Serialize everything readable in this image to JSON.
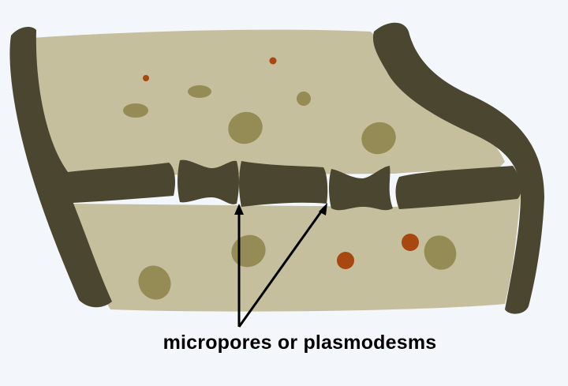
{
  "diagram": {
    "caption": "micropores or plasmodesms"
  },
  "colors": {
    "background": "#f3f6fb",
    "cytoplasm": "#c6bf9e",
    "cell_wall": "#4a4630",
    "organelle": "#958c55",
    "granule": "#a8470f",
    "arrow": "#000000"
  },
  "icons": [
    "plant-cell-diagram",
    "pointer-arrow"
  ]
}
